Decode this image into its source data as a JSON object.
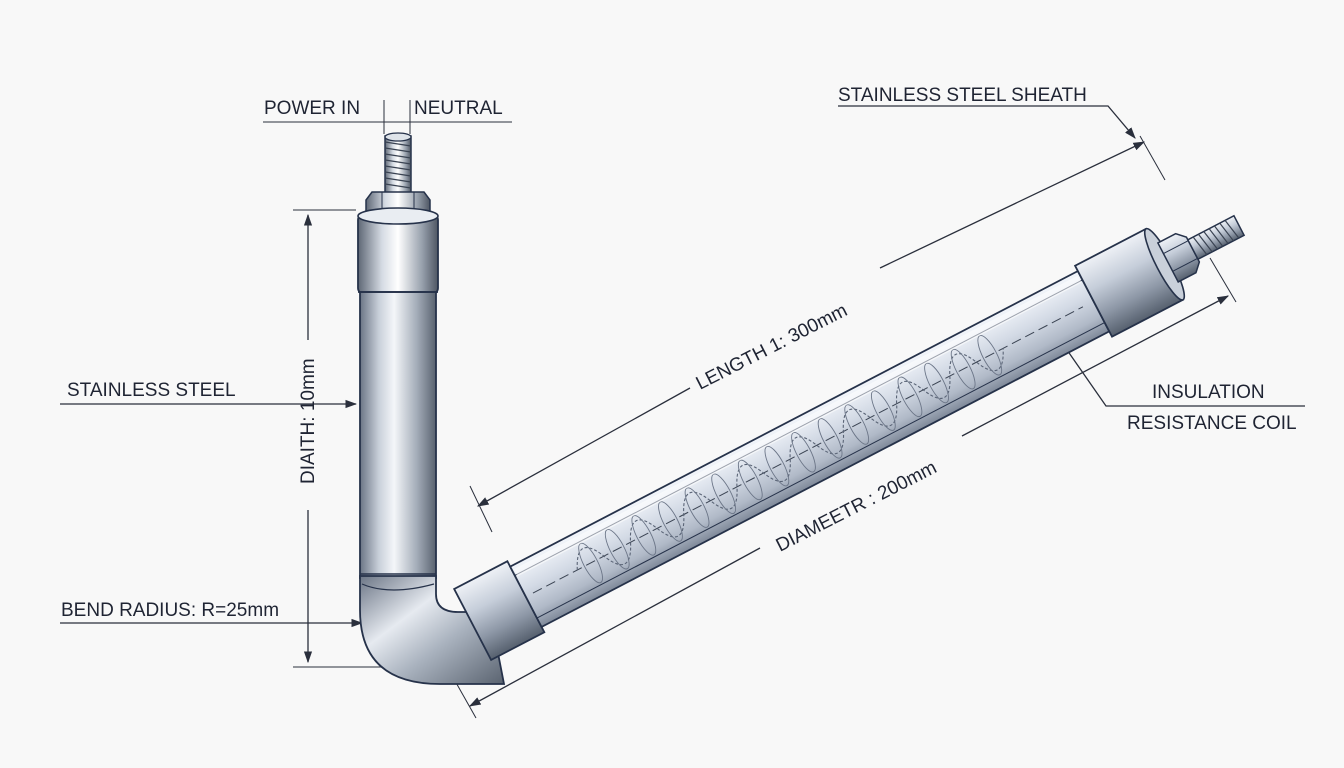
{
  "labels": {
    "power_in": "POWER IN",
    "neutral": "NEUTRAL",
    "sheath": "STAINLESS STEEL SHEATH",
    "stainless": "STAINLESS STEEL",
    "vertical_dim": "DIAITH: 10mm",
    "length": "LENGTH 1: 300mm",
    "insulation": "INSULATION",
    "coil": "RESISTANCE COIL",
    "diameter": "DIAMEETR : 200mm",
    "bend": "BEND RADIUS: R=25mm"
  },
  "colors": {
    "line": "#2a2f3c",
    "text": "#1f2433",
    "metal_dark": "#5c6878",
    "metal_light": "#eef1f6",
    "outline": "#26324a"
  }
}
